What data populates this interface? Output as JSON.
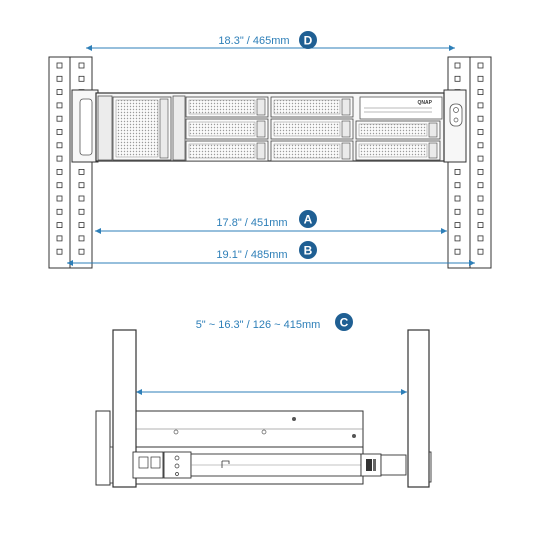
{
  "dimensions": {
    "d": {
      "label": "18.3\" / 465mm",
      "badge": "D"
    },
    "a": {
      "label": "17.8\" / 451mm",
      "badge": "A"
    },
    "b": {
      "label": "19.1\" / 485mm",
      "badge": "B"
    },
    "c": {
      "label": "5\" ~ 16.3\" / 126 ~ 415mm",
      "badge": "C"
    }
  },
  "brand": "QNAP",
  "colors": {
    "accent": "#2e7fb8",
    "badge": "#1f5f93",
    "line": "#333333",
    "panel": "#f7f7f7"
  }
}
